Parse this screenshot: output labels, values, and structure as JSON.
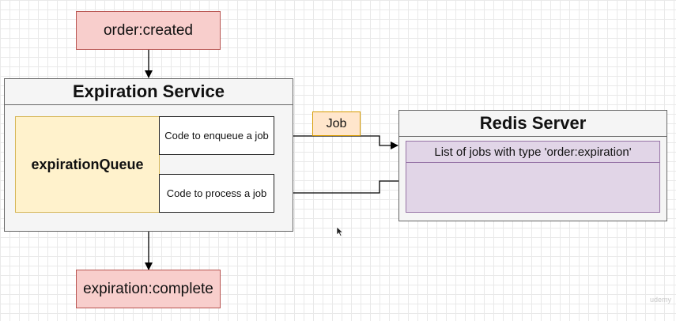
{
  "events": {
    "top": "order:created",
    "bottom": "expiration:complete"
  },
  "expiration_service": {
    "title": "Expiration Service",
    "queue_label": "expirationQueue",
    "enqueue_label": "Code to enqueue a job",
    "process_label": "Code to process a job"
  },
  "job_label": "Job",
  "redis_server": {
    "title": "Redis Server",
    "list_label": "List of jobs with type 'order:expiration'"
  },
  "colors": {
    "event_fill": "#f8cecc",
    "service_fill": "#f5f5f5",
    "queue_fill": "#fff2cc",
    "job_fill": "#ffe6cc",
    "list_fill": "#e1d5e7"
  },
  "watermark": "udemy"
}
